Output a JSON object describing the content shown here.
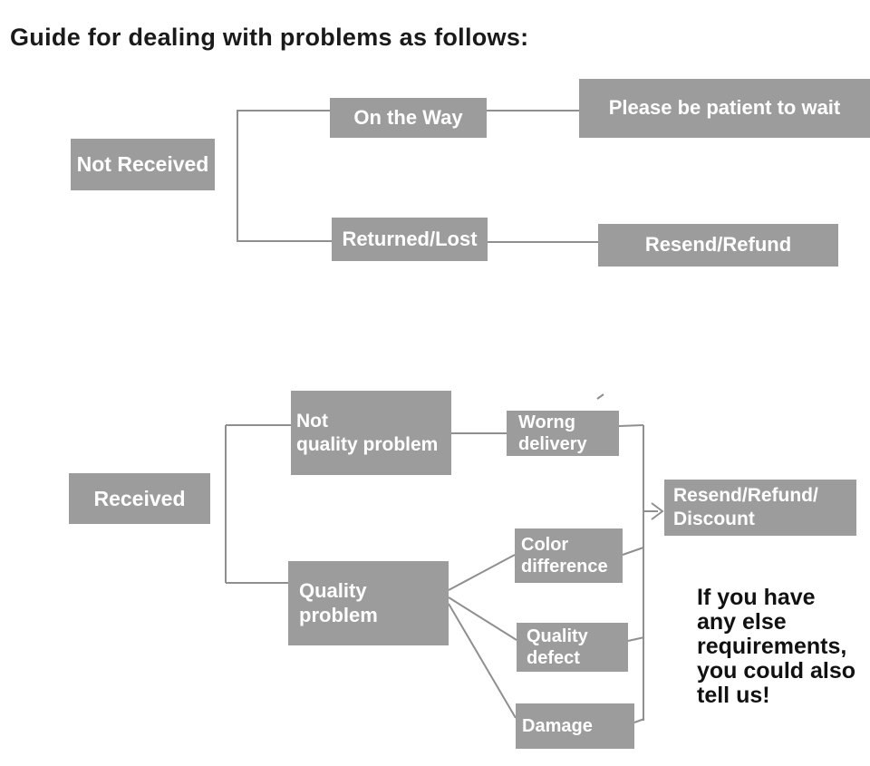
{
  "title": "Guide for dealing with problems as follows:",
  "colors": {
    "box_bg": "#9c9c9c",
    "box_text": "#ffffff",
    "line": "#8f8f8f",
    "title_text": "#1a1a1a",
    "note_text": "#111111",
    "background": "#ffffff"
  },
  "flow_not_received": {
    "root": "Not Received",
    "branch_on_the_way": "On the Way",
    "outcome_wait": "Please be patient to wait",
    "branch_returned_lost": "Returned/Lost",
    "outcome_resend_refund": "Resend/Refund"
  },
  "flow_received": {
    "root": "Received",
    "branch_not_quality": "Not\nquality problem",
    "sub_wrong_delivery": "Worng\ndelivery",
    "branch_quality": "Quality\nproblem",
    "sub_color_difference": "Color\ndifference",
    "sub_quality_defect": "Quality\ndefect",
    "sub_damage": "Damage",
    "outcome": "Resend/Refund/\nDiscount"
  },
  "note": "If you have\nany else\nrequirements,\nyou could also\ntell us!"
}
